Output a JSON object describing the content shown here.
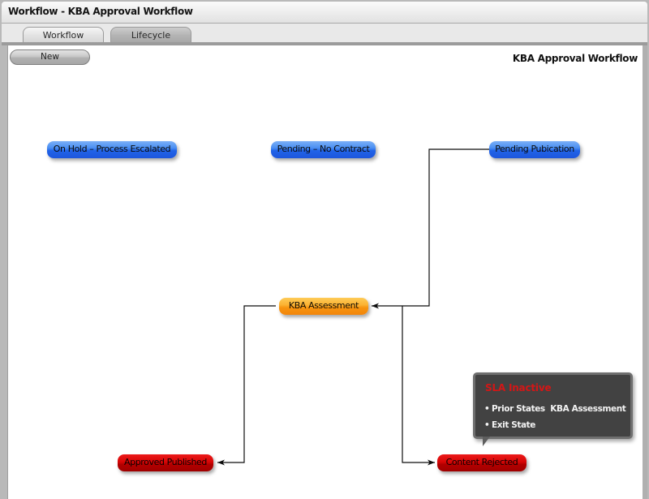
{
  "window": {
    "title": "Workflow - KBA Approval Workflow"
  },
  "tabs": [
    {
      "label": "Workflow",
      "active": true
    },
    {
      "label": "Lifecycle",
      "active": false
    }
  ],
  "toolbar": {
    "new_label": "New",
    "heading": "KBA Approval Workflow"
  },
  "diagram": {
    "nodes": [
      {
        "id": "on-hold",
        "label": "On Hold – Process Escalated",
        "color": "blue",
        "hex": "#1f5fe0"
      },
      {
        "id": "pending-nc",
        "label": "Pending – No Contract",
        "color": "blue",
        "hex": "#1f5fe0"
      },
      {
        "id": "pending-pub",
        "label": "Pending Pubication",
        "color": "blue",
        "hex": "#1f5fe0"
      },
      {
        "id": "kba",
        "label": "KBA Assessment",
        "color": "orange",
        "hex": "#f58b12"
      },
      {
        "id": "approved",
        "label": "Approved Published",
        "color": "red",
        "hex": "#ae0000"
      },
      {
        "id": "rejected",
        "label": "Content Rejected",
        "color": "red",
        "hex": "#ae0000"
      }
    ],
    "edges": [
      {
        "from": "pending-pub",
        "to": "kba"
      },
      {
        "from": "kba",
        "to": "approved"
      },
      {
        "from": "kba",
        "to": "rejected"
      }
    ]
  },
  "tooltip": {
    "title": "SLA Inactive",
    "title_color": "#e02020",
    "rows": [
      {
        "bullet": "•",
        "text": "Prior States  KBA Assessment"
      },
      {
        "bullet": "•",
        "text": "Exit State"
      }
    ]
  }
}
